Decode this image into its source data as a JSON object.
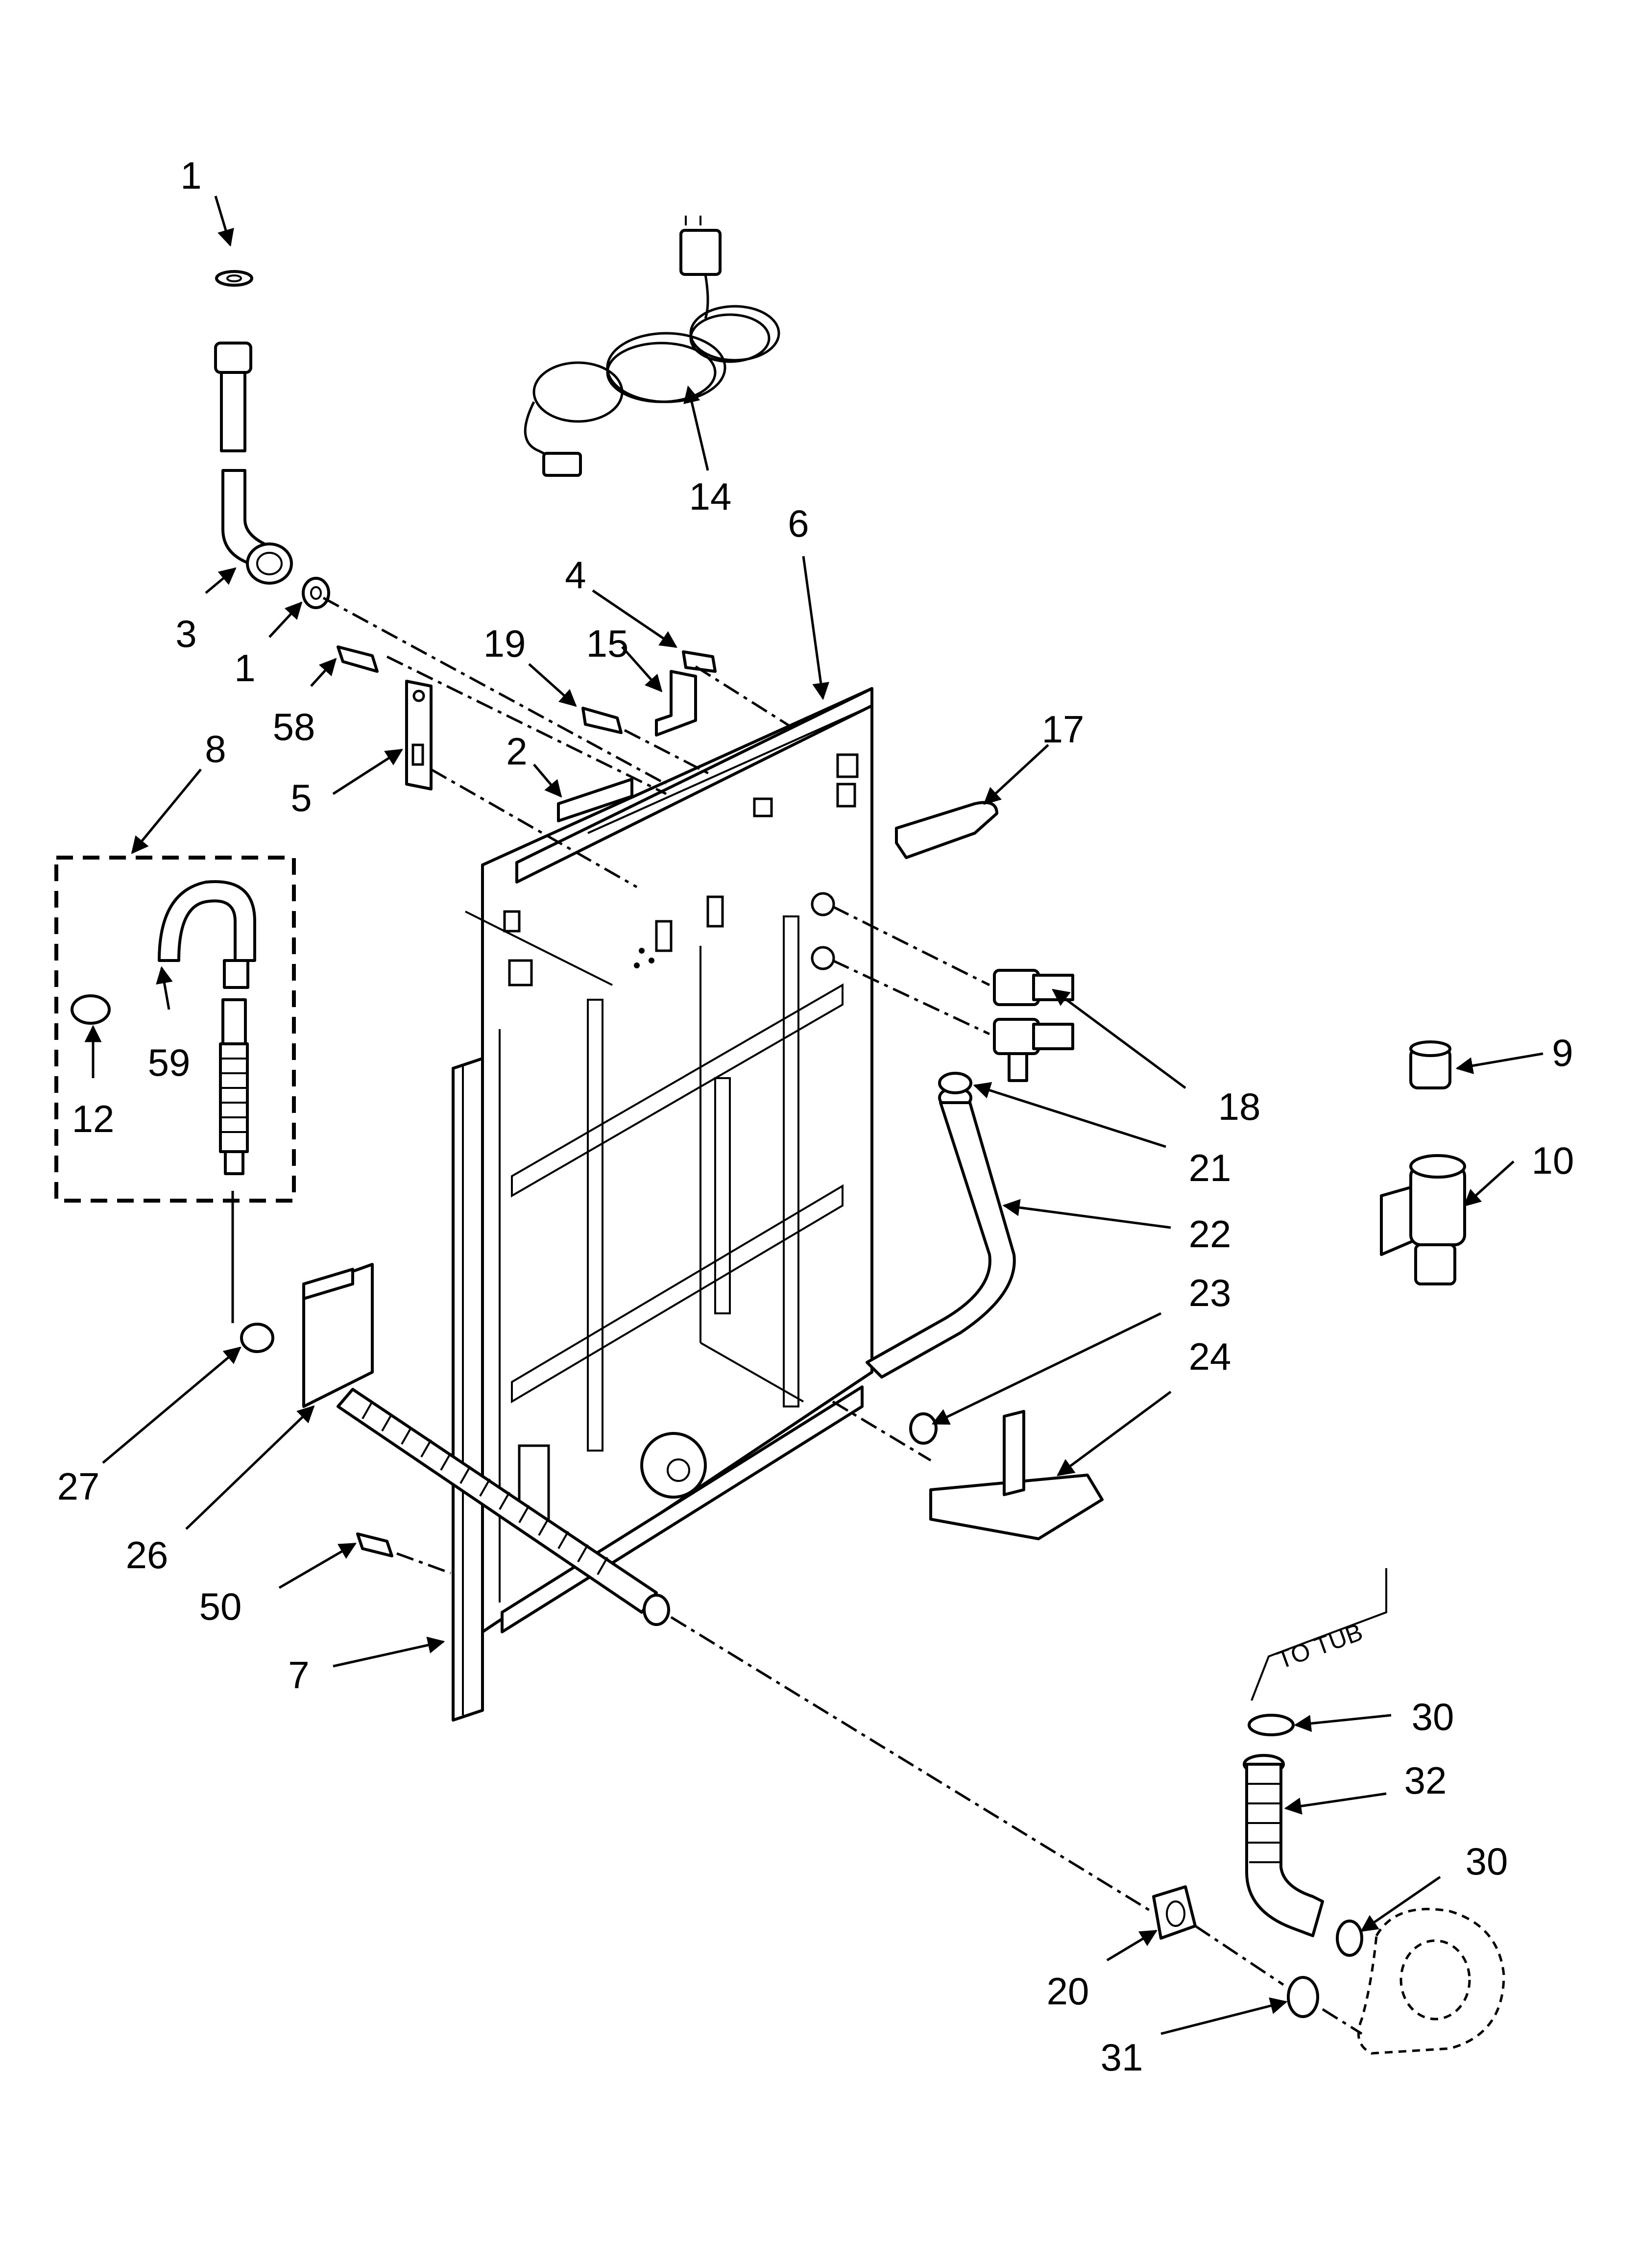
{
  "diagram": {
    "callouts": [
      "1",
      "1",
      "3",
      "58",
      "5",
      "2",
      "19",
      "15",
      "4",
      "14",
      "6",
      "17",
      "8",
      "59",
      "12",
      "18",
      "9",
      "10",
      "21",
      "22",
      "23",
      "24",
      "27",
      "26",
      "50",
      "7",
      "30",
      "32",
      "30",
      "20",
      "31"
    ],
    "note": "TO TUB"
  }
}
